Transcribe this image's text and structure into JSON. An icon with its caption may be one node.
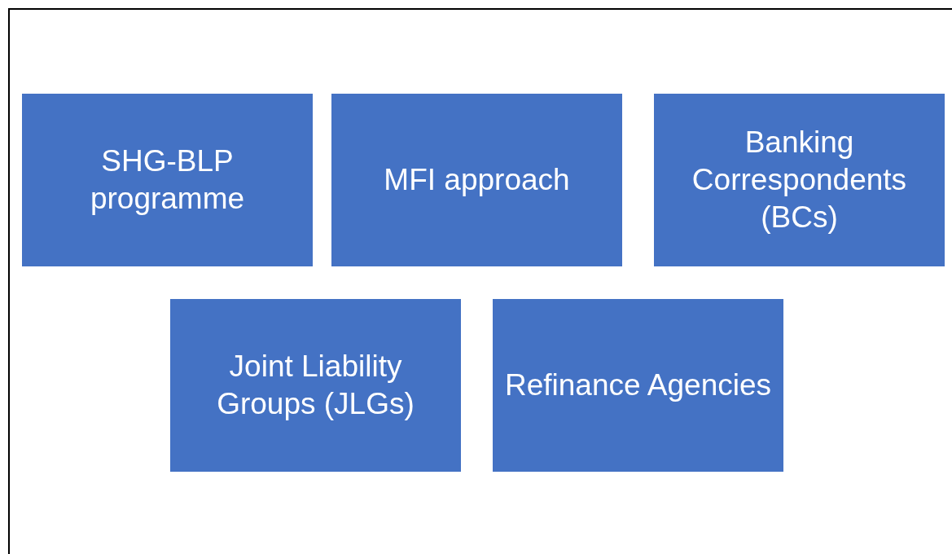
{
  "diagram": {
    "nodes": [
      {
        "text": [
          "SHG-BLP programme"
        ]
      },
      {
        "text": [
          "MFI approach"
        ]
      },
      {
        "text": [
          "Banking Correspondents (BCs)"
        ]
      },
      {
        "text": [
          "Joint Liability Groups (JLGs)"
        ]
      },
      {
        "text": [
          "Refinance Agencies"
        ]
      }
    ]
  }
}
